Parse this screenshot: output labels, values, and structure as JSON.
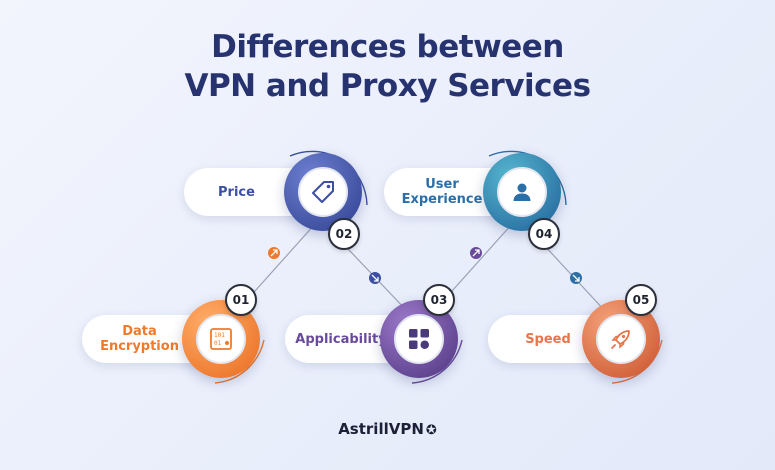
{
  "title": {
    "line1": "Differences between",
    "line2": "VPN and Proxy Services"
  },
  "steps": [
    {
      "number": "01",
      "label": "Data Encryption",
      "icon": "data-encryption-icon",
      "color": "#f07a2c"
    },
    {
      "number": "02",
      "label": "Price",
      "icon": "price-tag-icon",
      "color": "#3c4fa3"
    },
    {
      "number": "03",
      "label": "Applicability",
      "icon": "apps-grid-icon",
      "color": "#6a4a9c"
    },
    {
      "number": "04",
      "label": "User Experience",
      "icon": "user-icon",
      "color": "#2a6fa8"
    },
    {
      "number": "05",
      "label": "Speed",
      "icon": "rocket-icon",
      "color": "#e8744a"
    }
  ],
  "colors": {
    "title": "#27336f",
    "connector_orange": "#f07a2c",
    "connector_blue": "#2a6fa8",
    "connector_line": "#9aa2b8"
  },
  "logo": {
    "text": "AstrillVPN",
    "mark": "star-badge-icon"
  }
}
